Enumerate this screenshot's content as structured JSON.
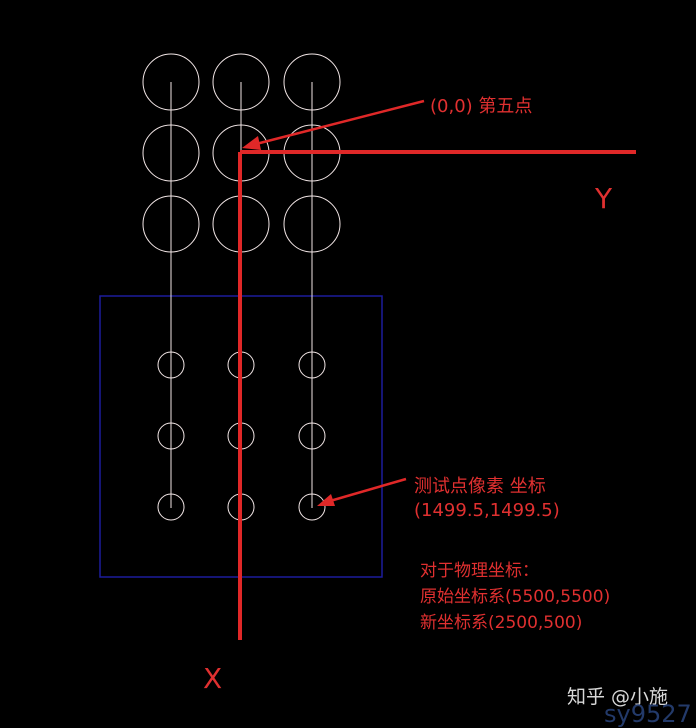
{
  "colors": {
    "background": "#000000",
    "outline": "#f2e6e6",
    "accent": "#e02828",
    "frame": "#1c1c9c",
    "watermark_blue": "#233a6a"
  },
  "labels": {
    "origin": "(0,0) 第五点",
    "y_axis": "Y",
    "x_axis": "X",
    "pixel_line1": "测试点像素 坐标",
    "pixel_line2": "(1499.5,1499.5)",
    "phys_line1": "对于物理坐标：",
    "phys_line2": "原始坐标系(5500,5500)",
    "phys_line3": "新坐标系(2500,500)"
  },
  "watermark": {
    "text": "知乎 @小施",
    "text2": "sy9527"
  }
}
